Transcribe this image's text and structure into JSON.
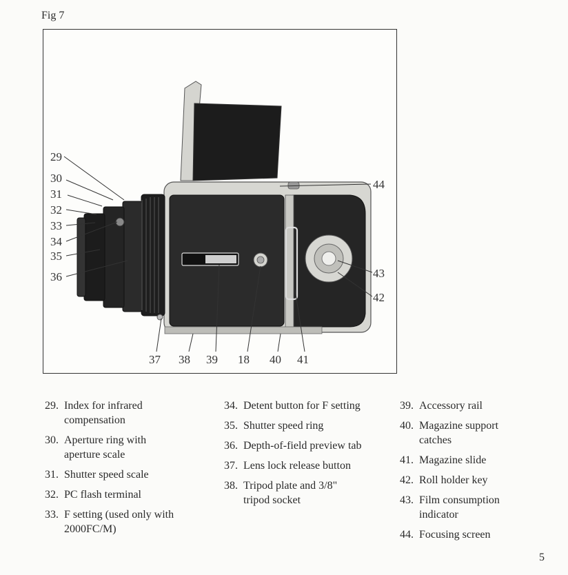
{
  "figure": {
    "label": "Fig 7",
    "callouts": [
      {
        "id": "29",
        "text": "29"
      },
      {
        "id": "30",
        "text": "30"
      },
      {
        "id": "31",
        "text": "31"
      },
      {
        "id": "32",
        "text": "32"
      },
      {
        "id": "33",
        "text": "33"
      },
      {
        "id": "34",
        "text": "34"
      },
      {
        "id": "35",
        "text": "35"
      },
      {
        "id": "36",
        "text": "36"
      },
      {
        "id": "37",
        "text": "37"
      },
      {
        "id": "38",
        "text": "38"
      },
      {
        "id": "39",
        "text": "39"
      },
      {
        "id": "18",
        "text": "18"
      },
      {
        "id": "40",
        "text": "40"
      },
      {
        "id": "41",
        "text": "41"
      },
      {
        "id": "42",
        "text": "42"
      },
      {
        "id": "43",
        "text": "43"
      },
      {
        "id": "44",
        "text": "44"
      }
    ]
  },
  "legend": {
    "column1": [
      {
        "num": "29.",
        "text": "Index for infrared compensation"
      },
      {
        "num": "30.",
        "text": "Aperture ring with aperture scale"
      },
      {
        "num": "31.",
        "text": "Shutter speed scale"
      },
      {
        "num": "32.",
        "text": "PC flash terminal"
      },
      {
        "num": "33.",
        "text": "F setting (used only with 2000FC/M)"
      }
    ],
    "column2": [
      {
        "num": "34.",
        "text": "Detent button for F setting"
      },
      {
        "num": "35.",
        "text": "Shutter speed ring"
      },
      {
        "num": "36.",
        "text": "Depth-of-field preview tab"
      },
      {
        "num": "37.",
        "text": "Lens lock release button"
      },
      {
        "num": "38.",
        "text": "Tripod plate and 3/8\" tripod socket"
      }
    ],
    "column3": [
      {
        "num": "39.",
        "text": "Accessory rail"
      },
      {
        "num": "40.",
        "text": "Magazine support catches"
      },
      {
        "num": "41.",
        "text": "Magazine slide"
      },
      {
        "num": "42.",
        "text": "Roll holder key"
      },
      {
        "num": "43.",
        "text": "Film consumption indicator"
      },
      {
        "num": "44.",
        "text": "Focusing screen"
      }
    ]
  },
  "page_number": "5"
}
